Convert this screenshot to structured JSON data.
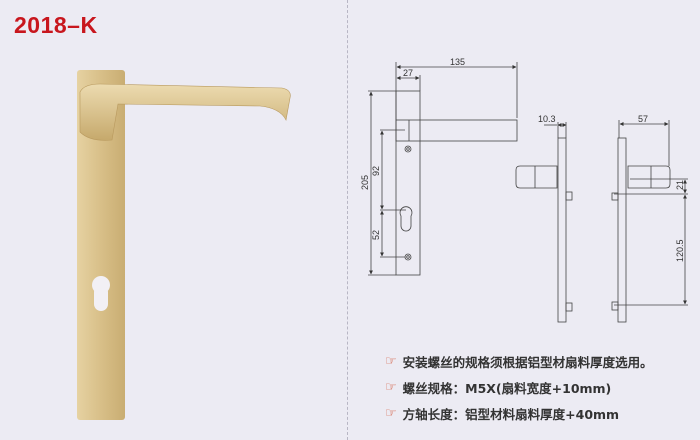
{
  "model": "2018–K",
  "dimensions": {
    "overall_length": "135",
    "rose_width": "27",
    "plate_height": "205",
    "handle_to_key": "92",
    "key_to_screw": "52",
    "plate_thickness": "10.3",
    "projection": "57",
    "offset": "21",
    "screw_spacing": "120.5"
  },
  "notes": [
    {
      "icon": "pointing-hand-icon",
      "text": "安装螺丝的规格须根据铝型材扇料厚度选用。"
    },
    {
      "icon": "pointing-hand-icon",
      "text": "螺丝规格：M5X(扇料宽度+10mm)"
    },
    {
      "icon": "pointing-hand-icon",
      "text": "方轴长度：铝型材料扇料厚度+40mm"
    }
  ],
  "colors": {
    "accent": "#c8161d",
    "handle": "#d8bf88",
    "background": "#ecebf3"
  }
}
